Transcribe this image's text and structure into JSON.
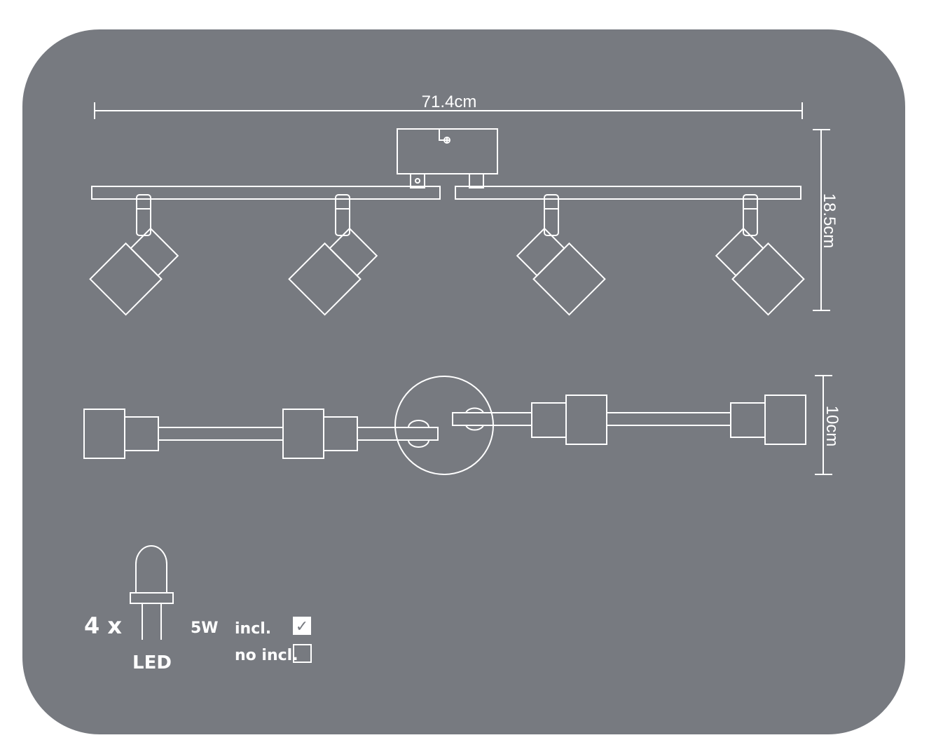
{
  "dimensions": {
    "width": "71.4cm",
    "height": "18.5cm",
    "depth": "10cm"
  },
  "bulb": {
    "quantity": "4 x",
    "type": "LED",
    "wattage": "5W",
    "included_label": "incl.",
    "not_included_label": "no incl.",
    "included": true,
    "check_glyph": "✓"
  },
  "icons": [
    "led-bulb-icon",
    "checkbox-checked-icon",
    "checkbox-empty-icon"
  ],
  "colors": {
    "background": "#777a80",
    "lines": "#ffffff"
  }
}
